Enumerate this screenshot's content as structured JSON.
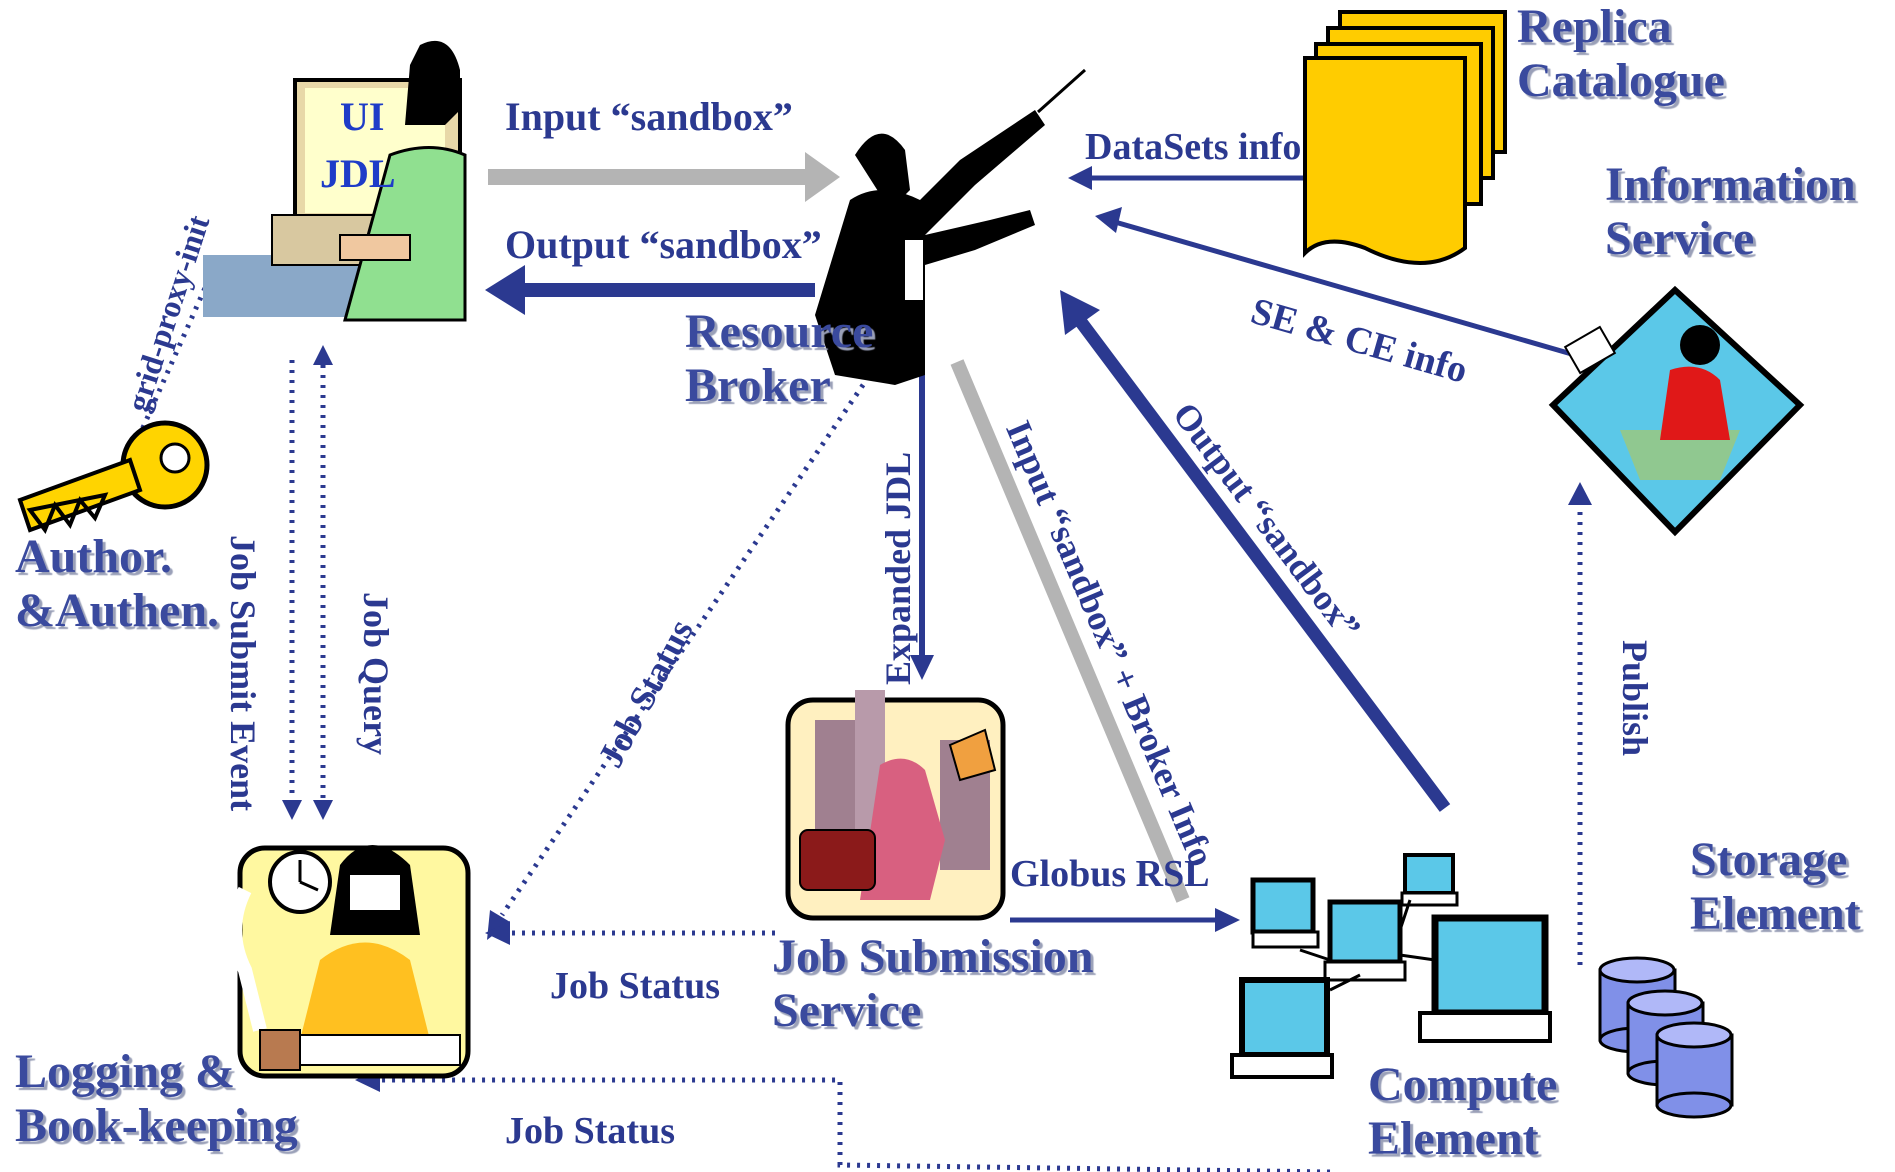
{
  "nodes": {
    "ui": {
      "line1": "UI",
      "line2": "JDL"
    },
    "auth": {
      "line1": "Author.",
      "line2": "&Authen."
    },
    "resource_broker": {
      "line1": "Resource",
      "line2": "Broker"
    },
    "replica_catalogue": {
      "line1": "Replica",
      "line2": "Catalogue"
    },
    "information_service": {
      "line1": "Information",
      "line2": "Service"
    },
    "job_submission": {
      "line1": "Job Submission",
      "line2": "Service"
    },
    "logging": {
      "line1": "Logging &",
      "line2": "Book-keeping"
    },
    "compute_element": {
      "line1": "Compute",
      "line2": "Element"
    },
    "storage_element": {
      "line1": "Storage",
      "line2": "Element"
    }
  },
  "edges": {
    "input_sandbox": "Input “sandbox”",
    "output_sandbox": "Output “sandbox”",
    "datasets_info": "DataSets info",
    "se_ce_info": "SE & CE info",
    "grid_proxy_init": "grid-proxy-init",
    "job_submit_event": "Job Submit Event",
    "job_query": "Job Query",
    "job_status_rb": "Job Status",
    "expanded_jdl": "Expanded JDL",
    "input_sandbox_brokerinfo": "Input “sandbox” + Broker Info",
    "output_sandbox_ce": "Output “sandbox”",
    "publish": "Publish",
    "globus_rsl": "Globus RSL",
    "job_status_jss": "Job Status",
    "job_status_ce": "Job Status"
  },
  "colors": {
    "arrow_blue": "#2B3990",
    "arrow_gray": "#B4B4B4",
    "label_blue": "#2B3990",
    "folder_yellow": "#FFCC00"
  }
}
